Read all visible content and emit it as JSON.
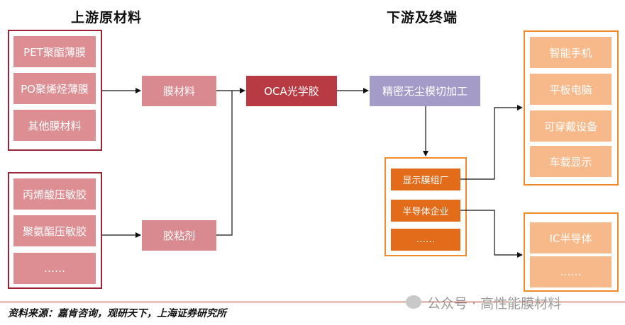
{
  "headings": {
    "upstream": "上游原材料",
    "downstream": "下游及终端"
  },
  "upstream_group1": [
    "PET聚酯薄膜",
    "PO聚烯烃薄膜",
    "其他膜材料"
  ],
  "upstream_group2": [
    "丙烯酸压敏胶",
    "聚氨酯压敏胶",
    "……"
  ],
  "mid": {
    "film": "膜材料",
    "adhesive": "胶粘剂",
    "oca": "OCA光学胶",
    "processing": "精密无尘模切加工"
  },
  "makers": [
    "显示膜组厂",
    "半导体企业",
    "……"
  ],
  "terminals_display": [
    "智能手机",
    "平板电脑",
    "可穿戴设备",
    "车载显示"
  ],
  "terminals_semi": [
    "IC半导体",
    "……"
  ],
  "footer": {
    "source": "资料来源：嘉肯咨询，观研天下，上海证券研究所"
  },
  "watermark": {
    "text": "公众号 · 高性能膜材料",
    "icon": "wechat-icon"
  },
  "colors": {
    "dark_red_border": "#9b2335",
    "pink_box": "#dd8e93",
    "oca_box": "#b83b44",
    "purple_box": "#a59bc9",
    "orange_border": "#f08a2a",
    "orange_box": "#e36c1b",
    "peach_box": "#f7b98a",
    "footer_line": "#c0392b"
  }
}
